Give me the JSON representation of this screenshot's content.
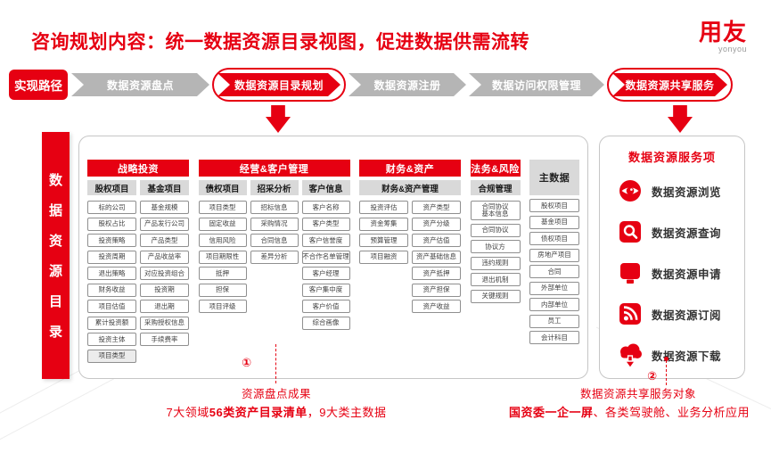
{
  "title": "咨询规划内容：统一数据资源目录视图，促进数据供需流转",
  "logo": {
    "name": "用友",
    "sub": "yonyou"
  },
  "colors": {
    "accent": "#e60012",
    "step_gray": "#b5b5b5",
    "subheader_gray": "#d9d9d9"
  },
  "flow": {
    "lead": "实现路径",
    "steps": [
      {
        "label": "数据资源盘点",
        "highlight": false
      },
      {
        "label": "数据资源目录规划",
        "highlight": true
      },
      {
        "label": "数据资源注册",
        "highlight": false
      },
      {
        "label": "数据访问权限管理",
        "highlight": false
      },
      {
        "label": "数据资源共享服务",
        "highlight": true
      }
    ]
  },
  "side_banner": "数据资源目录",
  "catalog": {
    "groups": [
      {
        "header": "战略投资",
        "columns": [
          {
            "title": "股权项目",
            "items": [
              "标的公司",
              "股权占比",
              "投资策略",
              "投资周期",
              "退出策略",
              "财务收益",
              "项目估值",
              "累计投资额",
              "投资主体",
              {
                "text": "项目类型",
                "gray": true
              }
            ]
          },
          {
            "title": "基金项目",
            "items": [
              "基金规模",
              "产品发行公司",
              "产品类型",
              "产品收益率",
              "对应投资组合",
              "投资期",
              "退出期",
              "采购授权信息",
              "手续费率"
            ]
          }
        ]
      },
      {
        "header": "经营&客户管理",
        "columns": [
          {
            "title": "债权项目",
            "items": [
              "项目类型",
              "固定收益",
              "信用风险",
              "项目期限性",
              "抵押",
              "担保",
              "项目评级"
            ]
          },
          {
            "title": "招采分析",
            "items": [
              "招标信息",
              "采购情况",
              "合同信息",
              "差异分析"
            ]
          },
          {
            "title": "客户信息",
            "items": [
              "客户名称",
              "客户类型",
              "客户信誉度",
              "不合作名单管理",
              "客户经理",
              "客户集中度",
              "客户价值",
              "综合画像"
            ]
          }
        ]
      },
      {
        "header": "财务&资产",
        "subheader": "财务&资产管理",
        "columns": [
          {
            "items": [
              "投资评估",
              "资金筹集",
              "预算管理",
              "项目融资"
            ]
          },
          {
            "items": [
              "资产类型",
              "资产分级",
              "资产估值",
              "资产基础信息",
              "资产抵押",
              "资产担保",
              "资产收益"
            ]
          }
        ]
      },
      {
        "header": "法务&风险",
        "columns": [
          {
            "title": "合规管理",
            "items": [
              {
                "lines": [
                  "合同协议",
                  "基本信息"
                ]
              },
              "合同协议",
              "协议方",
              "违约规则",
              "退出机制",
              "关键规则"
            ]
          }
        ]
      },
      {
        "header": "主数据",
        "header_style": "gray",
        "columns": [
          {
            "items": [
              "股权项目",
              "基金项目",
              "债权项目",
              "房地产项目",
              "合同",
              "外部单位",
              "内部单位",
              "员工",
              "会计科目"
            ]
          }
        ]
      }
    ]
  },
  "services": {
    "title": "数据资源服务项",
    "items": [
      {
        "icon": "eye-icon",
        "label": "数据资源浏览"
      },
      {
        "icon": "search-icon",
        "label": "数据资源查询"
      },
      {
        "icon": "form-icon",
        "label": "数据资源申请"
      },
      {
        "icon": "rss-icon",
        "label": "数据资源订阅"
      },
      {
        "icon": "cloud-download-icon",
        "label": "数据资源下载"
      }
    ]
  },
  "annotations": {
    "a1": {
      "marker": "①",
      "title": "资源盘点成果",
      "line_pre": "7大领域",
      "line_bold": "56类资产目录清单",
      "line_post": "，9大类主数据"
    },
    "a2": {
      "marker": "②",
      "title": "数据资源共享服务对象",
      "line_bold": "国资委一企一屏",
      "line_post": "、各类驾驶舱、业务分析应用"
    }
  }
}
